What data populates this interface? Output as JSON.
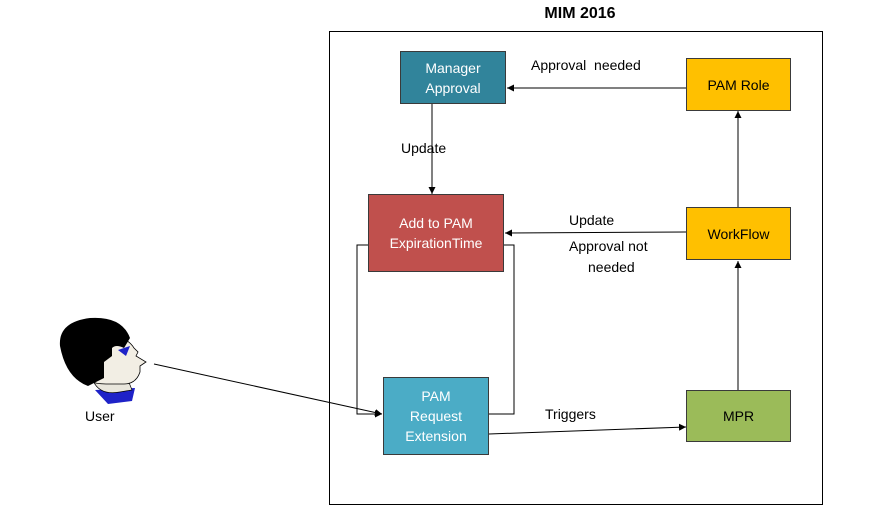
{
  "title": "MIM 2016",
  "nodes": {
    "manager_approval": {
      "lines": [
        "Manager",
        "Approval"
      ],
      "color": "#31849b"
    },
    "pam_role": {
      "lines": [
        "PAM Role"
      ],
      "color": "#ffc000"
    },
    "add_to_pam": {
      "lines": [
        "Add to PAM",
        "ExpirationTime"
      ],
      "color": "#c0504d"
    },
    "workflow": {
      "lines": [
        "WorkFlow"
      ],
      "color": "#ffc000"
    },
    "pam_request": {
      "lines": [
        "PAM",
        "Request",
        "Extension"
      ],
      "color": "#4bacc6"
    },
    "mpr": {
      "lines": [
        "MPR"
      ],
      "color": "#9bbb59"
    }
  },
  "edges": {
    "approval_needed": "Approval  needed",
    "update_top": "Update",
    "update_mid": "Update",
    "approval_not_needed_1": "Approval not",
    "approval_not_needed_2": "needed",
    "triggers": "Triggers"
  },
  "user": {
    "label": "User"
  }
}
